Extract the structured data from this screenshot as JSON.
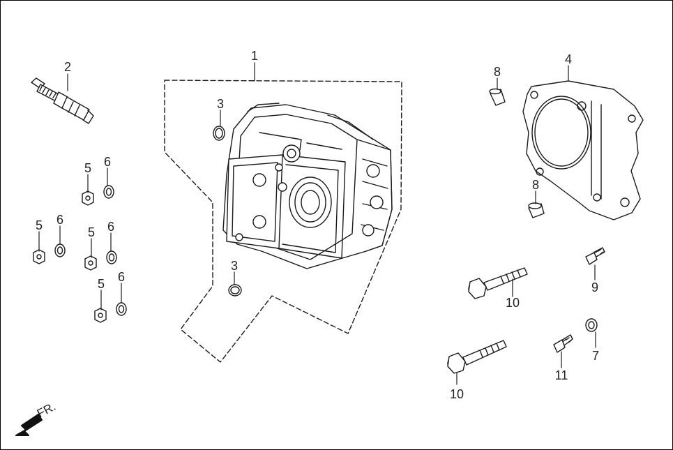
{
  "diagram": {
    "callouts": {
      "c1": "1",
      "c2": "2",
      "c3a": "3",
      "c3b": "3",
      "c4": "4",
      "c5a": "5",
      "c5b": "5",
      "c5c": "5",
      "c5d": "5",
      "c6a": "6",
      "c6b": "6",
      "c6c": "6",
      "c6d": "6",
      "c7": "7",
      "c8a": "8",
      "c8b": "8",
      "c9": "9",
      "c10a": "10",
      "c10b": "10",
      "c11": "11"
    },
    "direction_label": "FR.",
    "icons": {
      "direction": "arrow-down-left-icon"
    }
  }
}
